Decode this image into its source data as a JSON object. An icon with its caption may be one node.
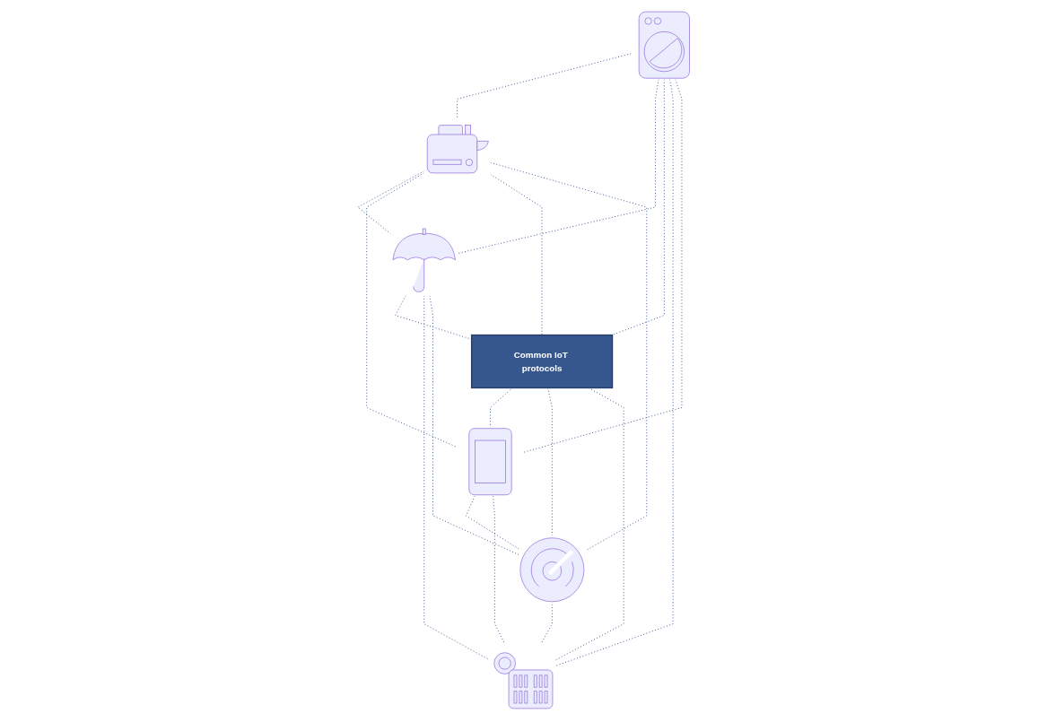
{
  "diagram": {
    "nodes": [
      {
        "text": [],
        "shape": "picture"
      },
      {
        "text": [],
        "shape": "picture"
      },
      {
        "text": [],
        "shape": "picture"
      },
      {
        "text": [
          "Common IoT protocols"
        ]
      },
      {
        "text": [],
        "shape": "picture"
      },
      {
        "text": [],
        "shape": "picture"
      },
      {
        "text": [],
        "shape": "picture"
      }
    ],
    "edges": [
      {
        "from": 0,
        "to": 1,
        "arrow": "none",
        "style": "dashed"
      },
      {
        "from": 0,
        "to": 2,
        "arrow": "none",
        "style": "dashed"
      },
      {
        "from": 0,
        "to": 3,
        "arrow": "none",
        "style": "dashed"
      },
      {
        "from": 0,
        "to": 6,
        "arrow": "none",
        "style": "dashed"
      },
      {
        "from": 0,
        "to": 4,
        "arrow": "none",
        "style": "dashed"
      },
      {
        "from": 1,
        "to": 2,
        "arrow": "none",
        "style": "dashed"
      },
      {
        "from": 1,
        "to": 4,
        "arrow": "none",
        "style": "dashed"
      },
      {
        "from": 1,
        "to": 3,
        "arrow": "none",
        "style": "dashed"
      },
      {
        "from": 1,
        "to": 5,
        "arrow": "none",
        "style": "dashed"
      },
      {
        "from": 2,
        "to": 3,
        "arrow": "none",
        "style": "dashed"
      },
      {
        "from": 2,
        "to": 6,
        "arrow": "none",
        "style": "dashed"
      },
      {
        "from": 2,
        "to": 5,
        "arrow": "none",
        "style": "dashed"
      },
      {
        "from": 3,
        "to": 4,
        "arrow": "none",
        "style": "dashed"
      },
      {
        "from": 3,
        "to": 5,
        "arrow": "none",
        "style": "dashed"
      },
      {
        "from": 3,
        "to": 6,
        "arrow": "none",
        "style": "dashed"
      },
      {
        "from": 4,
        "to": 5,
        "arrow": "none",
        "style": "dashed"
      },
      {
        "from": 4,
        "to": 6,
        "arrow": "none",
        "style": "dashed"
      },
      {
        "from": 5,
        "to": 6,
        "arrow": "none",
        "style": "dashed"
      }
    ]
  }
}
